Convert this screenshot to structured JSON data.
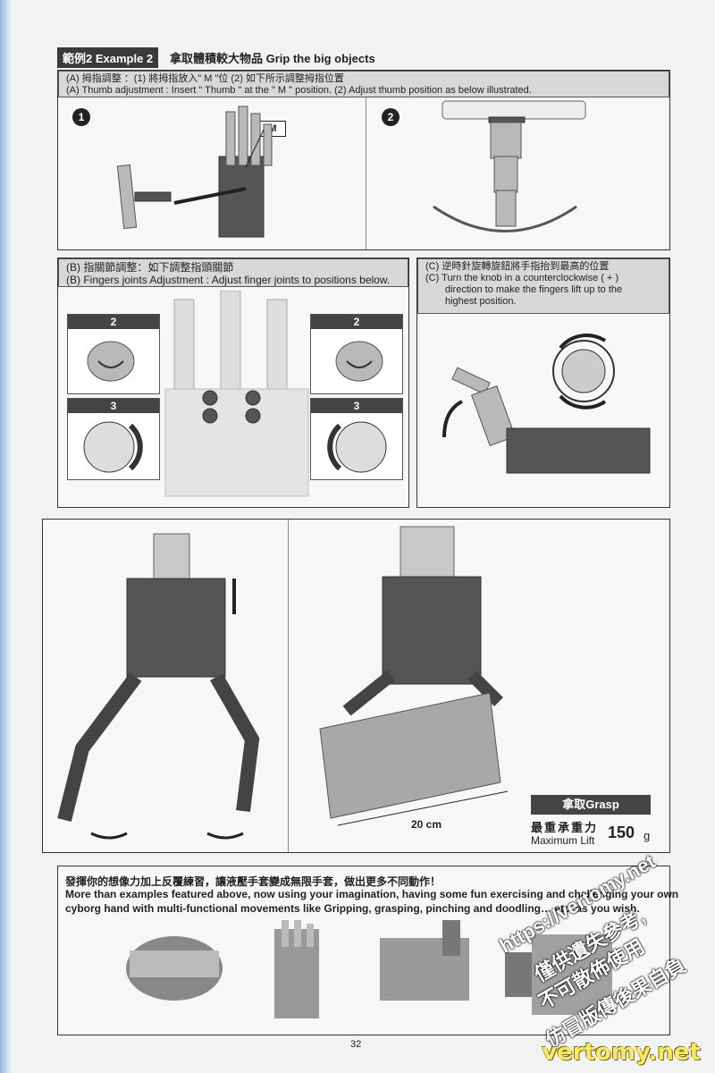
{
  "example": {
    "tag": "範例2 Example 2",
    "title": "拿取體積較大物品  Grip the big objects"
  },
  "section_a": {
    "line1": "(A) 拇指調整 ：(1) 將拇指放入\" M \"位  (2) 如下所示調整拇指位置",
    "line2": "(A) Thumb adjustment : Insert \" Thumb \" at the \" M \" position. (2) Adjust thumb position as below illustrated.",
    "step1": "1",
    "step2": "2",
    "m_label": "M"
  },
  "section_b": {
    "line1": "(B) 指關節調整：如下調整指頭關節",
    "line2": "(B) Fingers joints Adjustment : Adjust finger joints to positions below.",
    "steps": [
      "2",
      "3",
      "2",
      "3"
    ]
  },
  "section_c": {
    "line1": "(C) 逆時針旋轉旋鈕將手指抬到最高的位置",
    "line2": "(C) Turn the knob in a counterclockwise ( + )",
    "line3": "direction to make the fingers lift up to the",
    "line4": "highest position."
  },
  "grasp": {
    "size": "20 cm",
    "tag": "拿取Grasp",
    "label_cn": "最重承重力",
    "label_en": "Maximum Lift",
    "value": "150",
    "unit": "g"
  },
  "footer": {
    "line1": "發揮你的想像力加上反覆練習，讓液壓手套變成無限手套，做出更多不同動作！",
    "line2": "More than examples featured above, now using your imagination, having some fun exercising and challenging your own",
    "line3": "cyborg hand with multi-functional movements like Gripping, grasping, pinching and doodling… etc. as you wish.",
    "page_number": "32"
  },
  "watermark": {
    "url": "https://vertomy.net",
    "text1": "僅供遺失參考,",
    "text2": "不可散佈使用",
    "text3": "仿冒版傳後果自負",
    "logo": "vertomy.net"
  }
}
